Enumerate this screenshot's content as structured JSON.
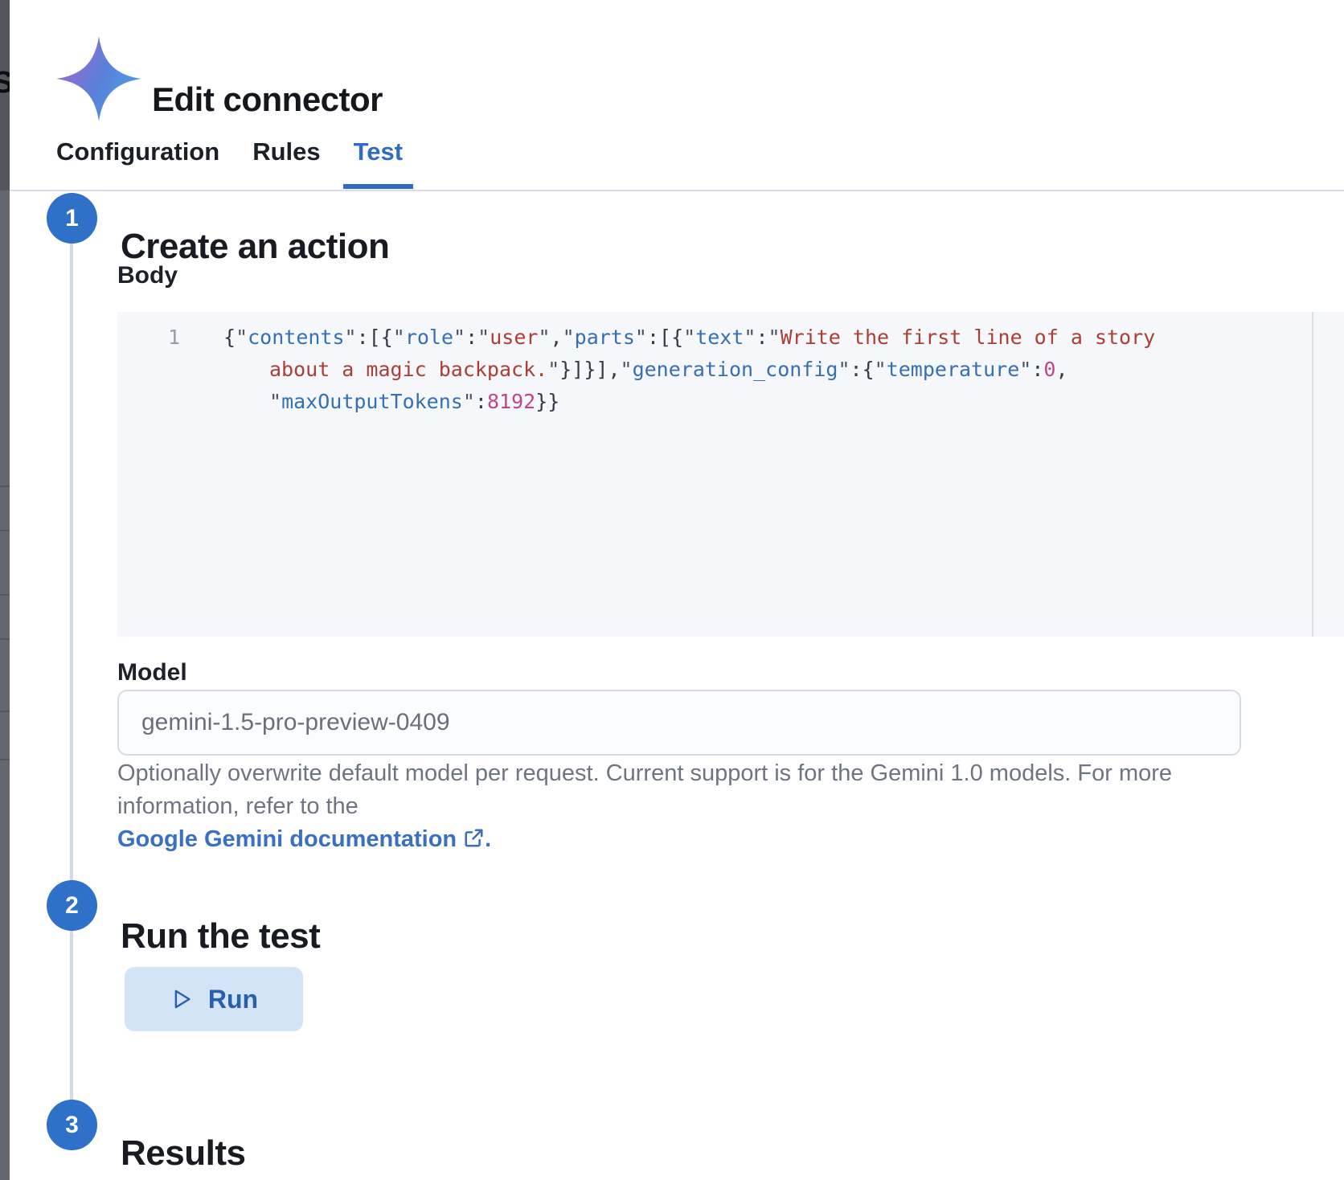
{
  "header": {
    "title": "Edit connector",
    "logo": "gemini-sparkle-icon"
  },
  "background_page": {
    "partial_text": "S"
  },
  "tabs": [
    {
      "label": "Configuration",
      "active": false
    },
    {
      "label": "Rules",
      "active": false
    },
    {
      "label": "Test",
      "active": true
    }
  ],
  "steps": {
    "one": {
      "number": "1",
      "title": "Create an action"
    },
    "two": {
      "number": "2",
      "title": "Run the test"
    },
    "three": {
      "number": "3",
      "title": "Results"
    }
  },
  "body_editor": {
    "label": "Body",
    "line_number": "1",
    "content": "{\"contents\":[{\"role\":\"user\",\"parts\":[{\"text\":\"Write the first line of a story about a magic backpack.\"}]}],\"generation_config\":{\"temperature\":0,\"maxOutputTokens\":8192}}",
    "lines": [
      {
        "indent": false,
        "tokens": [
          [
            "p",
            "{"
          ],
          [
            "q",
            "\""
          ],
          [
            "k",
            "contents"
          ],
          [
            "q",
            "\""
          ],
          [
            "p",
            ":[{"
          ],
          [
            "q",
            "\""
          ],
          [
            "k",
            "role"
          ],
          [
            "q",
            "\""
          ],
          [
            "p",
            ":"
          ],
          [
            "q",
            "\""
          ],
          [
            "s",
            "user"
          ],
          [
            "q",
            "\""
          ],
          [
            "p",
            ","
          ],
          [
            "q",
            "\""
          ],
          [
            "k",
            "parts"
          ],
          [
            "q",
            "\""
          ],
          [
            "p",
            ":[{"
          ],
          [
            "q",
            "\""
          ],
          [
            "k",
            "text"
          ],
          [
            "q",
            "\""
          ],
          [
            "p",
            ":"
          ],
          [
            "q",
            "\""
          ],
          [
            "s",
            "Write the first line of a story"
          ]
        ]
      },
      {
        "indent": true,
        "tokens": [
          [
            "s",
            "about a magic backpack."
          ],
          [
            "q",
            "\""
          ],
          [
            "p",
            "}]}],"
          ],
          [
            "q",
            "\""
          ],
          [
            "k",
            "generation_config"
          ],
          [
            "q",
            "\""
          ],
          [
            "p",
            ":{"
          ],
          [
            "q",
            "\""
          ],
          [
            "k",
            "temperature"
          ],
          [
            "q",
            "\""
          ],
          [
            "p",
            ":"
          ],
          [
            "n",
            "0"
          ],
          [
            "p",
            ","
          ]
        ]
      },
      {
        "indent": true,
        "tokens": [
          [
            "q",
            "\""
          ],
          [
            "k",
            "maxOutputTokens"
          ],
          [
            "q",
            "\""
          ],
          [
            "p",
            ":"
          ],
          [
            "n",
            "8192"
          ],
          [
            "p",
            "}}"
          ]
        ]
      }
    ]
  },
  "model_field": {
    "label": "Model",
    "value": "gemini-1.5-pro-preview-0409"
  },
  "helper_text": {
    "line1": "Optionally overwrite default model per request. Current support is for the Gemini 1.0 models. For more information, refer to the",
    "link_label": "Google Gemini documentation",
    "link_icon": "external-link-icon",
    "suffix": "."
  },
  "run_section": {
    "button_label": "Run",
    "button_icon": "play-icon"
  },
  "colors": {
    "accent_blue": "#2e6cc5",
    "step_circle_blue": "#2f70c8",
    "link_blue": "#3a70c2",
    "run_button_bg": "#d3e4f7",
    "run_button_text": "#2660ae",
    "code_key": "#3470b3",
    "code_string": "#ac3e36",
    "code_number": "#c2458c",
    "code_punctuation": "#343a46",
    "editor_bg": "#f5f7fa",
    "logo_gradient_start": "#a169cb",
    "logo_gradient_mid": "#5b7fd9",
    "logo_gradient_end": "#4ba2e9"
  }
}
